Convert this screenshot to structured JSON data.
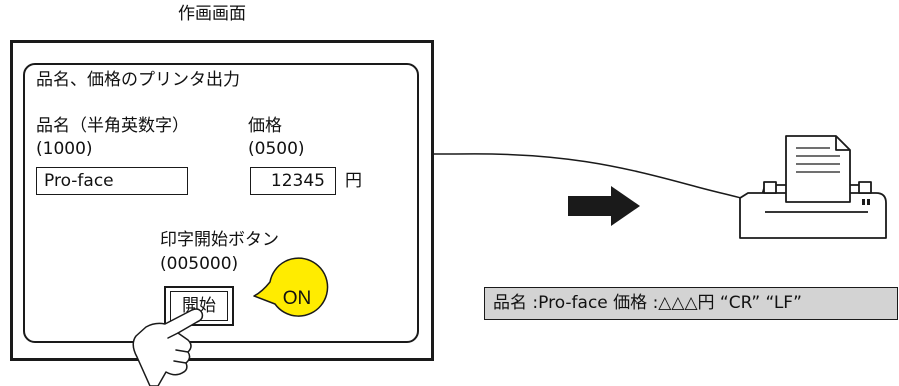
{
  "screen_title": "作画画面",
  "panel": {
    "heading": "品名、価格のプリンタ出力",
    "product": {
      "label": "品名（半角英数字）",
      "address": "(1000)",
      "value": "Pro-face"
    },
    "price": {
      "label": "価格",
      "address": "(0500)",
      "value": "12345",
      "unit": "円"
    },
    "print_button": {
      "caption": "印字開始ボタン",
      "address": "(005000)",
      "label": "開始"
    },
    "on_badge": "ON"
  },
  "printer_output": "品名 :Pro-face 価格 :△△△円 “CR” “LF”",
  "colors": {
    "on_badge_fill": "#ffec00",
    "output_bg": "#d3d3d3",
    "line": "#1a1a1a"
  },
  "icons": [
    "printer-icon",
    "pointing-hand-icon",
    "arrow-right-icon"
  ]
}
